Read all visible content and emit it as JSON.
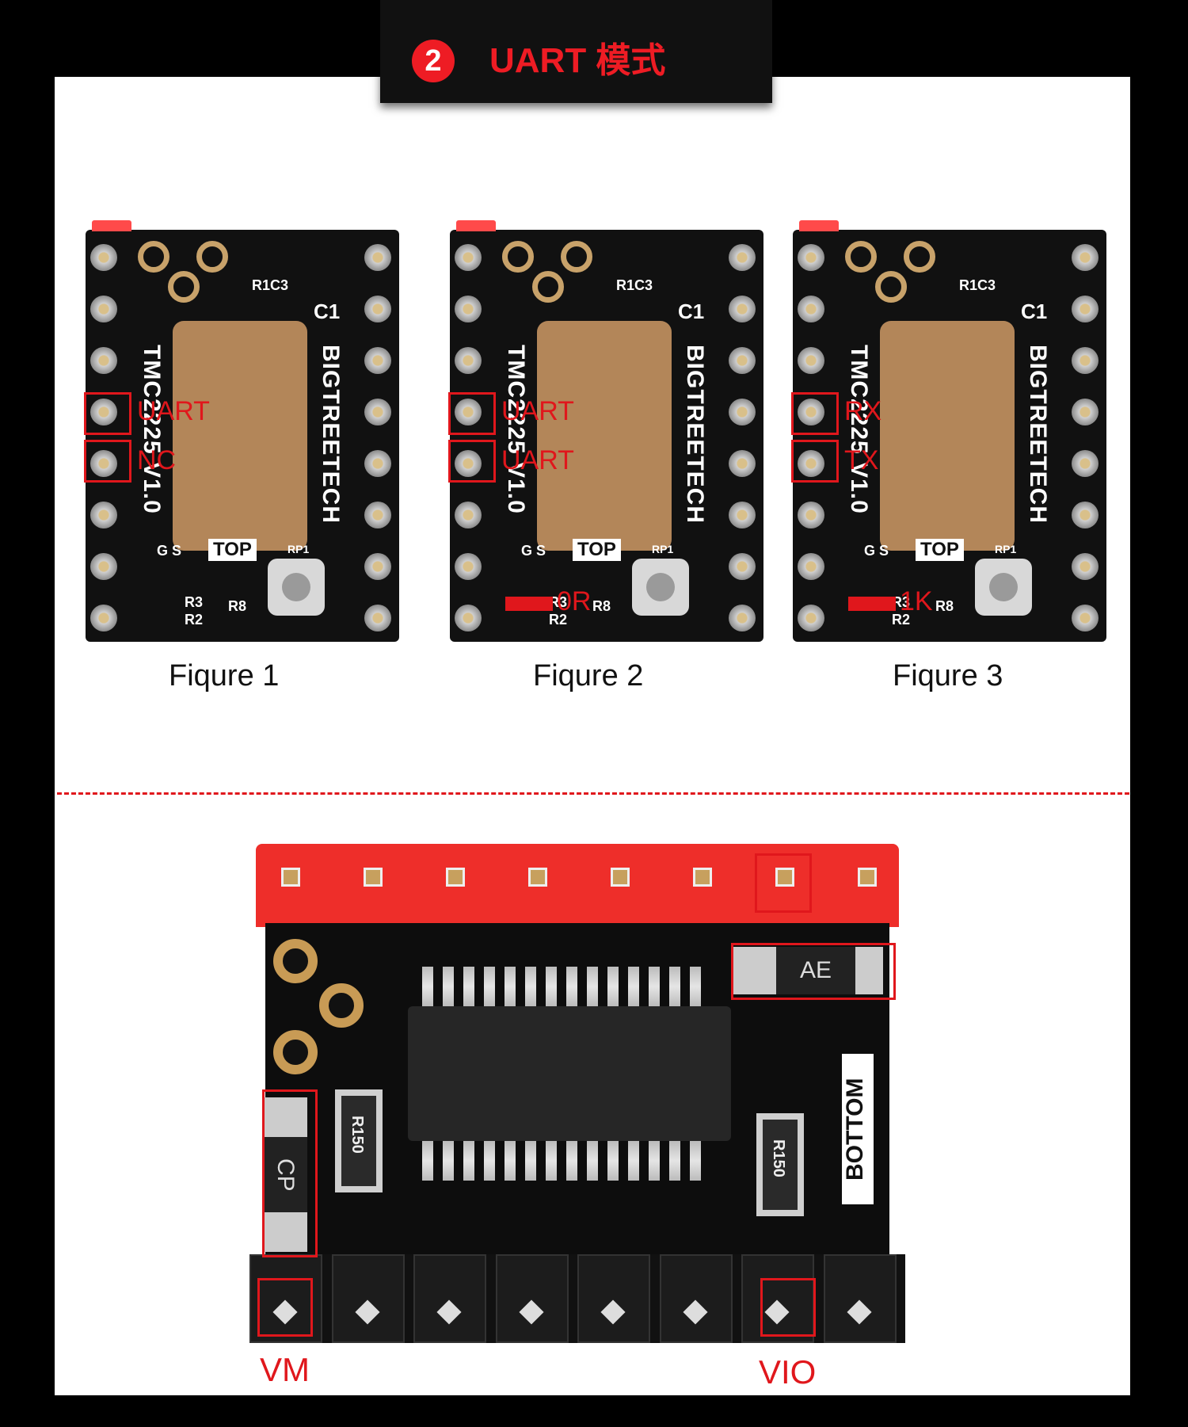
{
  "header": {
    "step_number": "2",
    "title": "UART 模式"
  },
  "figures": [
    {
      "caption": "Fiqure 1",
      "marks": [
        "UART",
        "NC"
      ],
      "resistor_label": ""
    },
    {
      "caption": "Fiqure 2",
      "marks": [
        "UART",
        "UART"
      ],
      "resistor_label": "0R"
    },
    {
      "caption": "Fiqure 3",
      "marks": [
        "RX",
        "TX"
      ],
      "resistor_label": "1K"
    }
  ],
  "board_silk": {
    "model": "TMC2225 V1.0",
    "brand": "BIGTREETECH",
    "top": "TOP",
    "c1": "C1",
    "r1c3": "R1C3",
    "gs": "G S",
    "r3": "R3",
    "r2": "R2",
    "r8": "R8",
    "rp1": "RP1"
  },
  "bottom_view": {
    "labels": {
      "vm": "VM",
      "vio": "VIO"
    },
    "silk": {
      "bottom": "BOTTOM",
      "res1": "R150",
      "res2": "R150",
      "diode_top": "AE",
      "diode_left": "CP"
    }
  },
  "colors": {
    "accent": "#ee1c24",
    "panel": "#ffffff",
    "background": "#000000"
  }
}
